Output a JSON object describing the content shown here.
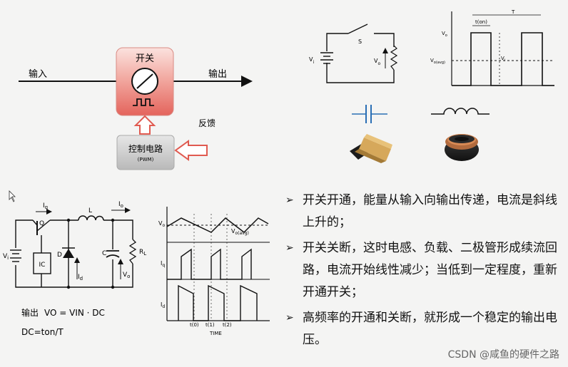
{
  "block_diagram": {
    "input_label": "输入",
    "output_label": "输出",
    "switch_label": "开关",
    "feedback_label": "反馈",
    "controller_label": "控制电路",
    "controller_sublabel": "(PWM)"
  },
  "top_circuit": {
    "source_label": "V",
    "source_sub": "i",
    "switch_label": "S",
    "output_label": "V",
    "output_sub": "o"
  },
  "top_waveform": {
    "ton_label": "t(on)",
    "period_label": "T",
    "vo_label": "V",
    "vo_sub": "o",
    "vavg_label": "V",
    "vavg_sub": "o(avg)",
    "vi_label": "V",
    "vi_sub": "i"
  },
  "buck_circuit": {
    "i_q": "I",
    "i_q_sub": "q",
    "q": "Q",
    "l": "L",
    "i_o": "I",
    "i_o_sub": "o",
    "vi": "V",
    "vi_sub": "i",
    "ic": "IC",
    "d": "D",
    "i_d": "I",
    "i_d_sub": "d",
    "c": "C",
    "vo": "V",
    "vo_sub": "o",
    "rl": "R",
    "rl_sub": "L",
    "formula_prefix": "输出",
    "formula": "VO = VIN · DC",
    "dc_formula": "DC=ton/T"
  },
  "buck_waveforms": {
    "vo": "V",
    "vo_sub": "o",
    "vavg": "V",
    "vavg_sub": "o(avg)",
    "iq": "I",
    "iq_sub": "q",
    "id": "I",
    "id_sub": "d",
    "t0": "t(0)",
    "t1": "t(1)",
    "t2": "t(2)",
    "time": "TIME"
  },
  "bullets": [
    "开关开通，能量从输入向输出传递，电流是斜线上升的；",
    "开关关断，这时电感、负载、二极管形成续流回路，电流开始线性减少；当低到一定程度，重新开通开关；",
    "高频率的开通和关断，就形成一个稳定的输出电压。"
  ],
  "watermark": "CSDN @咸鱼的硬件之路",
  "colors": {
    "switch_box_top": "#f6cfc9",
    "switch_box_bottom": "#e86e66",
    "controller_box": "#c8c8c8",
    "arrow_outline": "#e05a50",
    "capacitor_blue": "#2a6fb5"
  }
}
